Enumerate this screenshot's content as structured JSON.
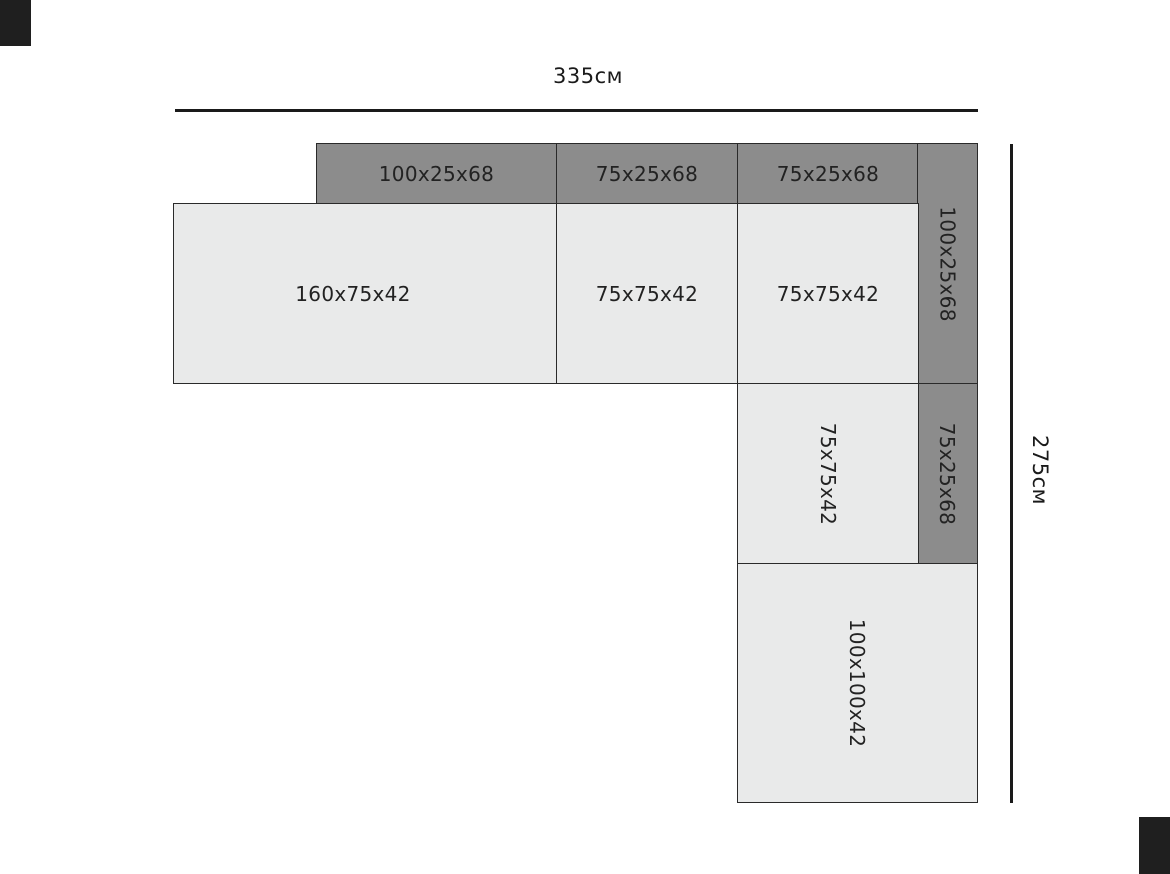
{
  "dimensions": {
    "width_label": "335см",
    "height_label": "275см"
  },
  "modules": {
    "back_top_1": "100x25x68",
    "back_top_2": "75x25x68",
    "back_top_3": "75x25x68",
    "back_side_1": "100x25x68",
    "back_side_2": "75x25x68",
    "seat_1": "160x75x42",
    "seat_2": "75x75x42",
    "seat_3": "75x75x42",
    "seat_4": "75x75x42",
    "seat_corner": "100x100x42"
  },
  "colors": {
    "back_module": "#8c8c8c",
    "seat_module": "#e9eaea",
    "outline": "#2a2a2a"
  }
}
